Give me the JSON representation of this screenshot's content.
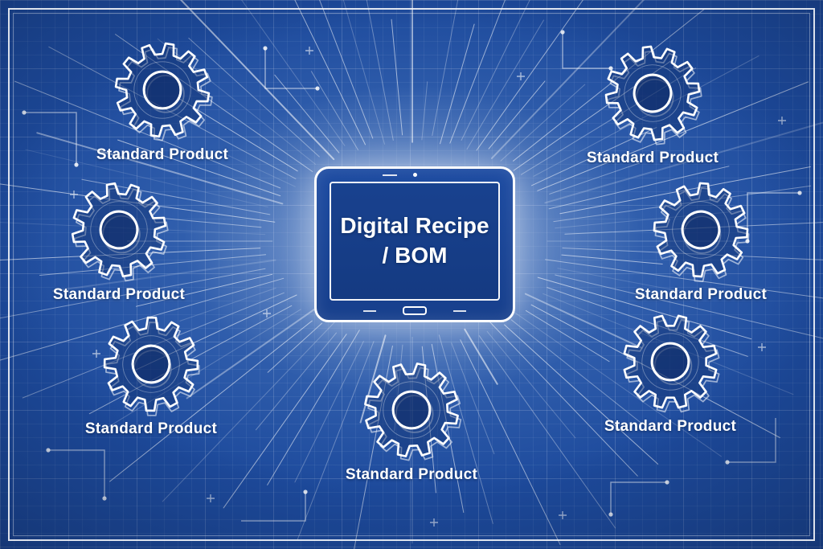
{
  "center": {
    "line1": "Digital Recipe",
    "line2": "/ BOM"
  },
  "nodes": [
    {
      "position": "top-left",
      "label": "Standard Product"
    },
    {
      "position": "mid-left",
      "label": "Standard Product"
    },
    {
      "position": "bottom-left",
      "label": "Standard Product"
    },
    {
      "position": "bottom-center",
      "label": "Standard Product"
    },
    {
      "position": "top-right",
      "label": "Standard Product"
    },
    {
      "position": "mid-right",
      "label": "Standard Product"
    },
    {
      "position": "bottom-right",
      "label": "Standard Product"
    }
  ],
  "colors": {
    "background": "#1d4a9c",
    "line": "#ffffff",
    "text": "#ffffff"
  }
}
